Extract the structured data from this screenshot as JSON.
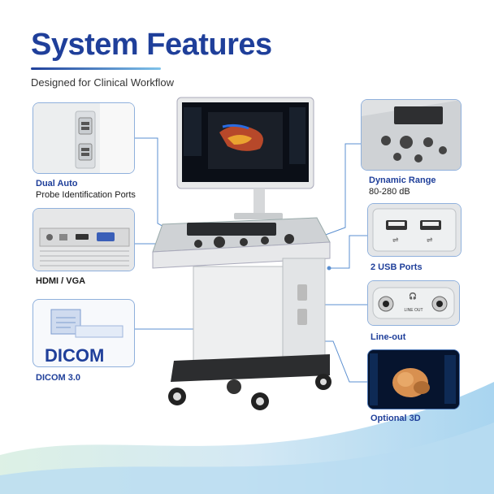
{
  "header": {
    "title": "System Features",
    "subtitle": "Designed for Clinical Workflow"
  },
  "features": {
    "probe_ports": {
      "title": "Dual Auto",
      "subtitle": "Probe Identification Ports"
    },
    "hdmi_vga": {
      "title": "HDMI / VGA"
    },
    "dicom": {
      "title": "DICOM 3.0",
      "card_text": "DICOM 3.0"
    },
    "dynamic_range": {
      "title": "Dynamic Range",
      "subtitle": "80-280 dB"
    },
    "usb": {
      "title": "2 USB Ports"
    },
    "line_out": {
      "title": "Line-out",
      "port_label": "LINE OUT"
    },
    "optional_3d": {
      "title": "Optional 3D"
    }
  },
  "colors": {
    "brand": "#1f3f9a",
    "accent": "#7fc3ea",
    "card_border": "#8fb0dc",
    "connector": "#5b8fd0"
  }
}
